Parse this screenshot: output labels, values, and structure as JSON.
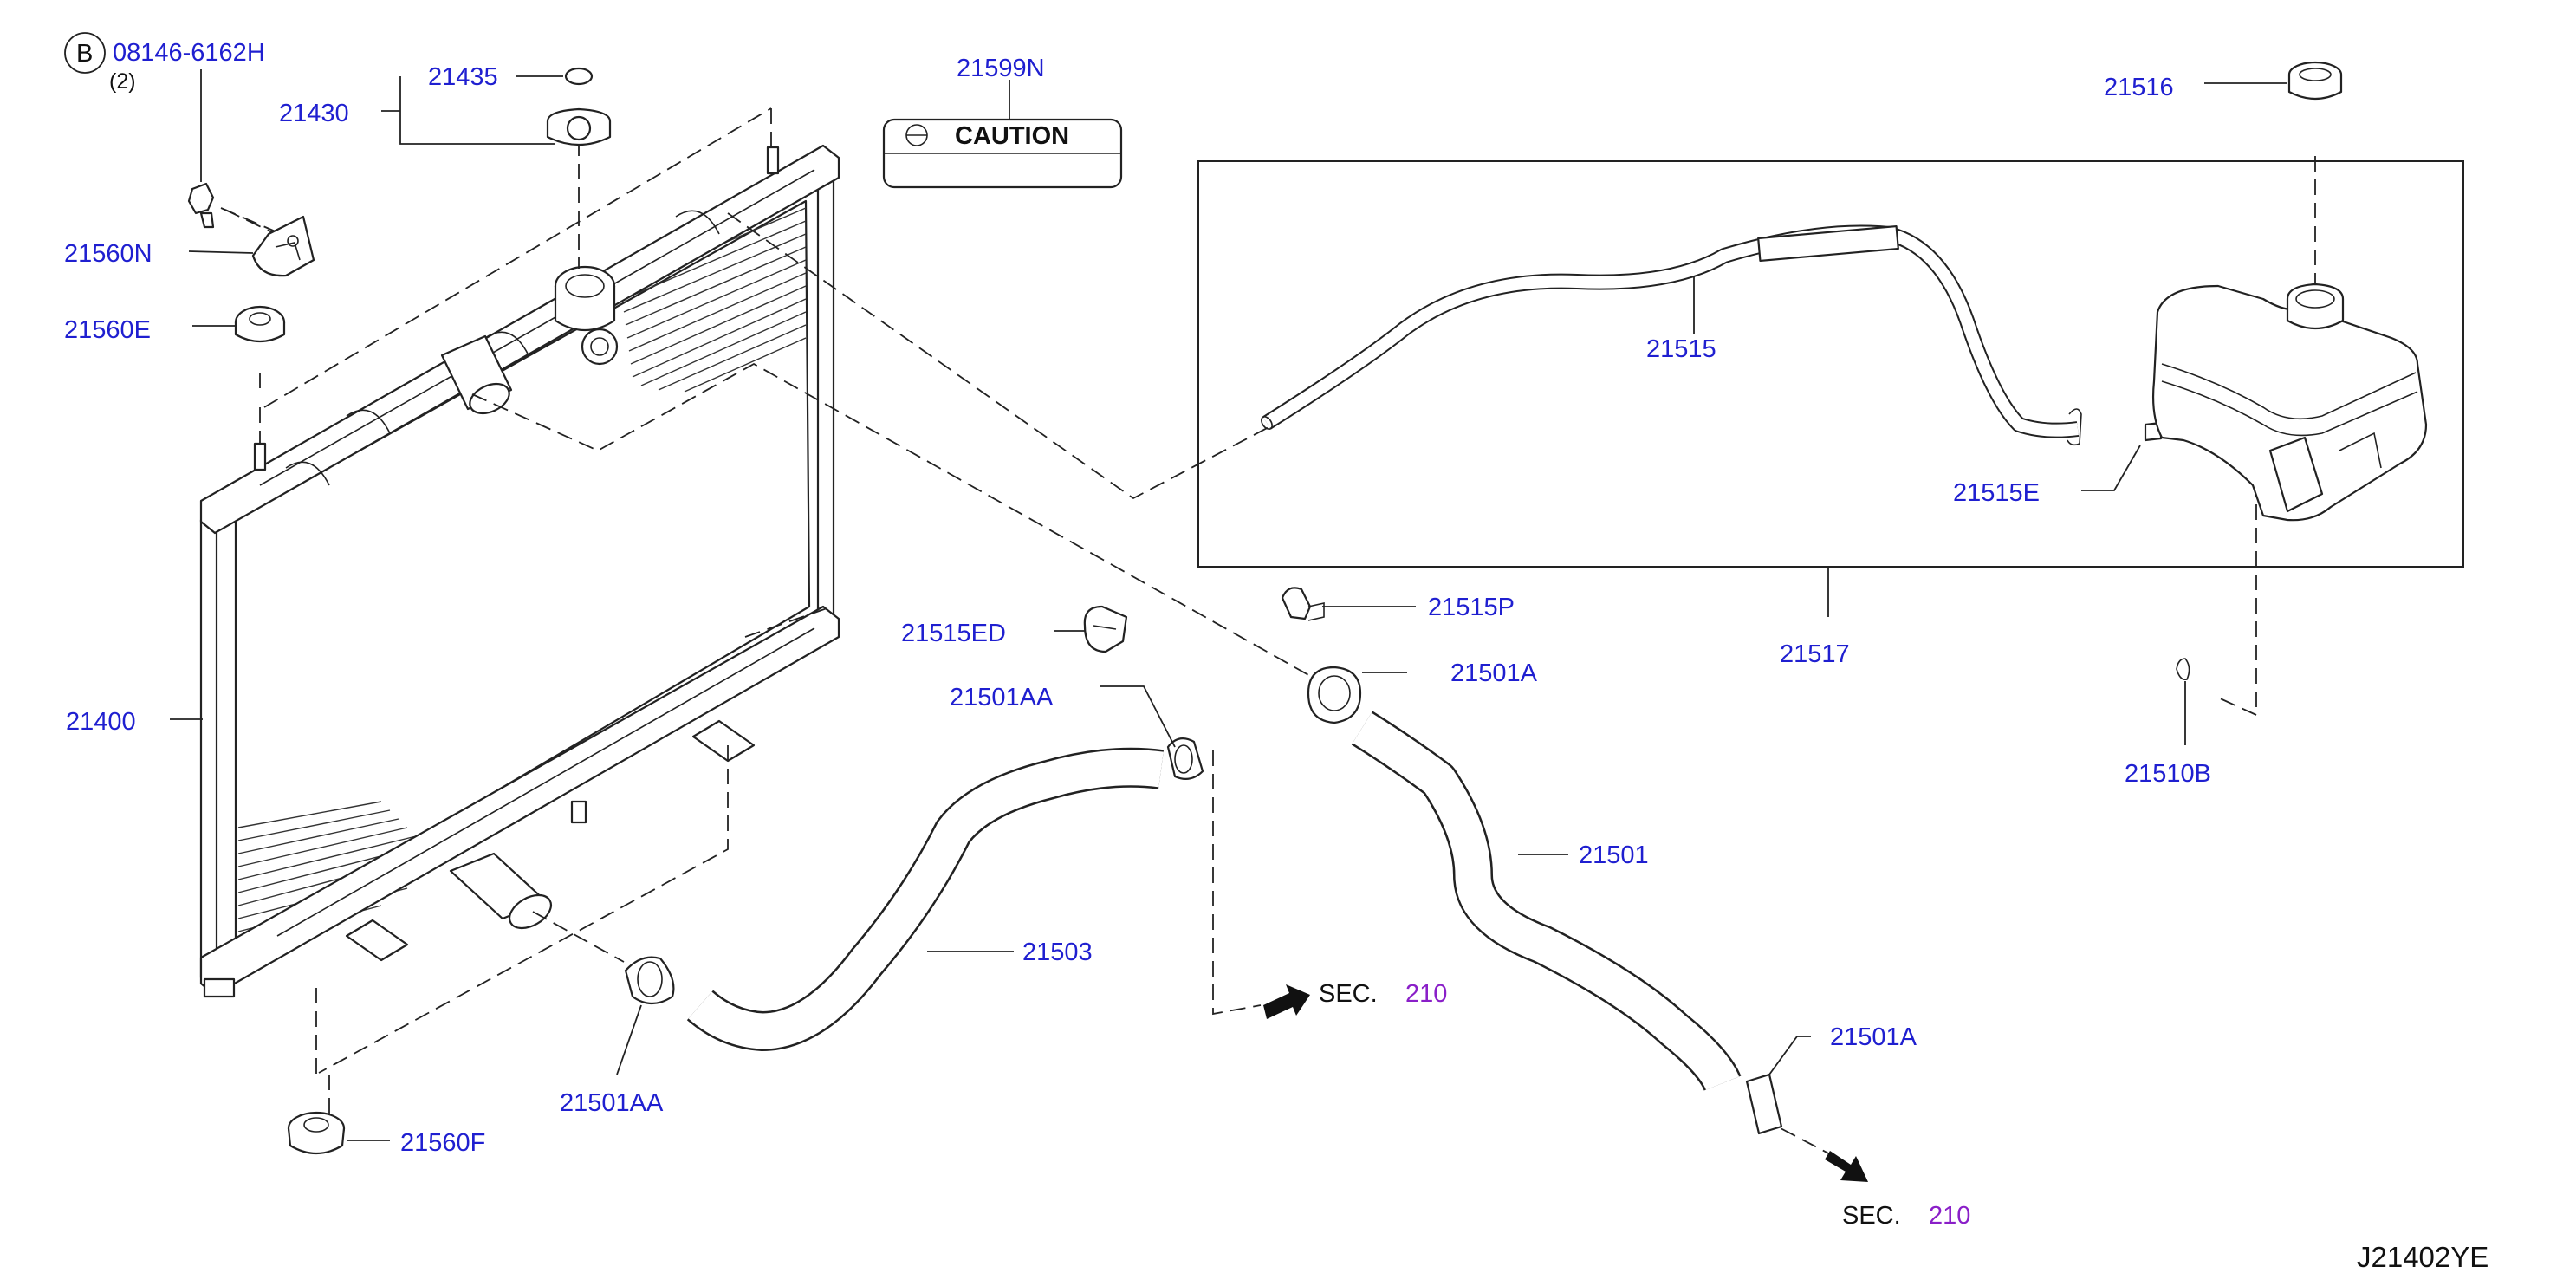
{
  "diagram": {
    "reference_code": "J21402YE",
    "bolt_symbol": "B",
    "caution_label_text": "CAUTION",
    "parts": [
      {
        "id": "bolt",
        "number": "08146-6162H",
        "qty": "(2)"
      },
      {
        "id": "cap-seal",
        "number": "21435"
      },
      {
        "id": "radiator-cap",
        "number": "21430"
      },
      {
        "id": "caution-label",
        "number": "21599N"
      },
      {
        "id": "reservoir-cap",
        "number": "21516"
      },
      {
        "id": "bracket-upper",
        "number": "21560N"
      },
      {
        "id": "mount-upper",
        "number": "21560E"
      },
      {
        "id": "reservoir-hose",
        "number": "21515"
      },
      {
        "id": "hose-clip",
        "number": "21515E"
      },
      {
        "id": "clamp-p",
        "number": "21515P"
      },
      {
        "id": "reservoir-tank",
        "number": "21517"
      },
      {
        "id": "clip-ed",
        "number": "21515ED"
      },
      {
        "id": "hose-clamp-upper-left",
        "number": "21501AA"
      },
      {
        "id": "hose-clamp-upper-right",
        "number": "21501A"
      },
      {
        "id": "reservoir-bolt",
        "number": "21510B"
      },
      {
        "id": "radiator",
        "number": "21400"
      },
      {
        "id": "upper-hose",
        "number": "21501"
      },
      {
        "id": "lower-hose",
        "number": "21503"
      },
      {
        "id": "hose-clamp-lower-right",
        "number": "21501A"
      },
      {
        "id": "hose-clamp-lower-left",
        "number": "21501AA"
      },
      {
        "id": "mount-lower",
        "number": "21560F"
      }
    ],
    "section_refs": [
      {
        "prefix": "SEC.",
        "number": "210"
      },
      {
        "prefix": "SEC.",
        "number": "210"
      }
    ]
  }
}
